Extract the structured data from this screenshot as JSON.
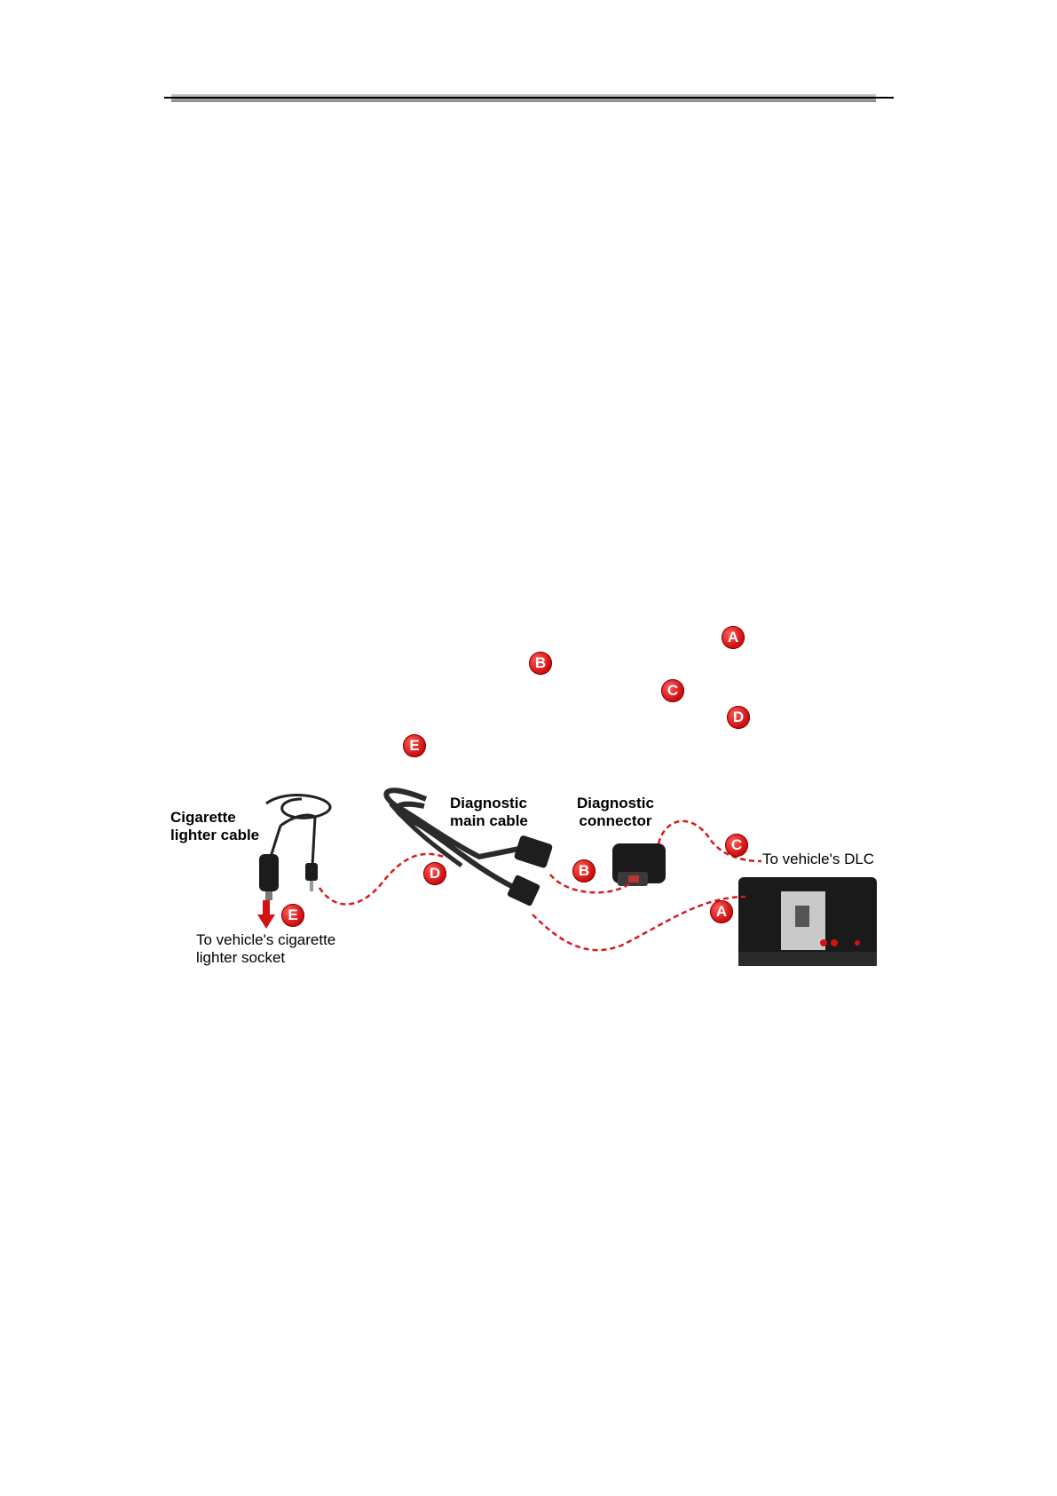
{
  "markers_top": [
    "A",
    "B",
    "C",
    "D",
    "E"
  ],
  "diagram": {
    "cigarette_cable_label": [
      "Cigarette",
      "lighter cable"
    ],
    "main_cable_label": [
      "Diagnostic",
      "main cable"
    ],
    "connector_label": [
      "Diagnostic",
      "connector"
    ],
    "to_dlc": "To vehicle's DLC",
    "to_socket": [
      "To vehicle's cigarette",
      "lighter socket"
    ],
    "markers": {
      "a": "A",
      "b": "B",
      "c": "C",
      "d": "D",
      "e": "E"
    }
  },
  "colors": {
    "marker": "#d21313",
    "dashed_line": "#d81b1b",
    "device": "#1a1a1a"
  }
}
